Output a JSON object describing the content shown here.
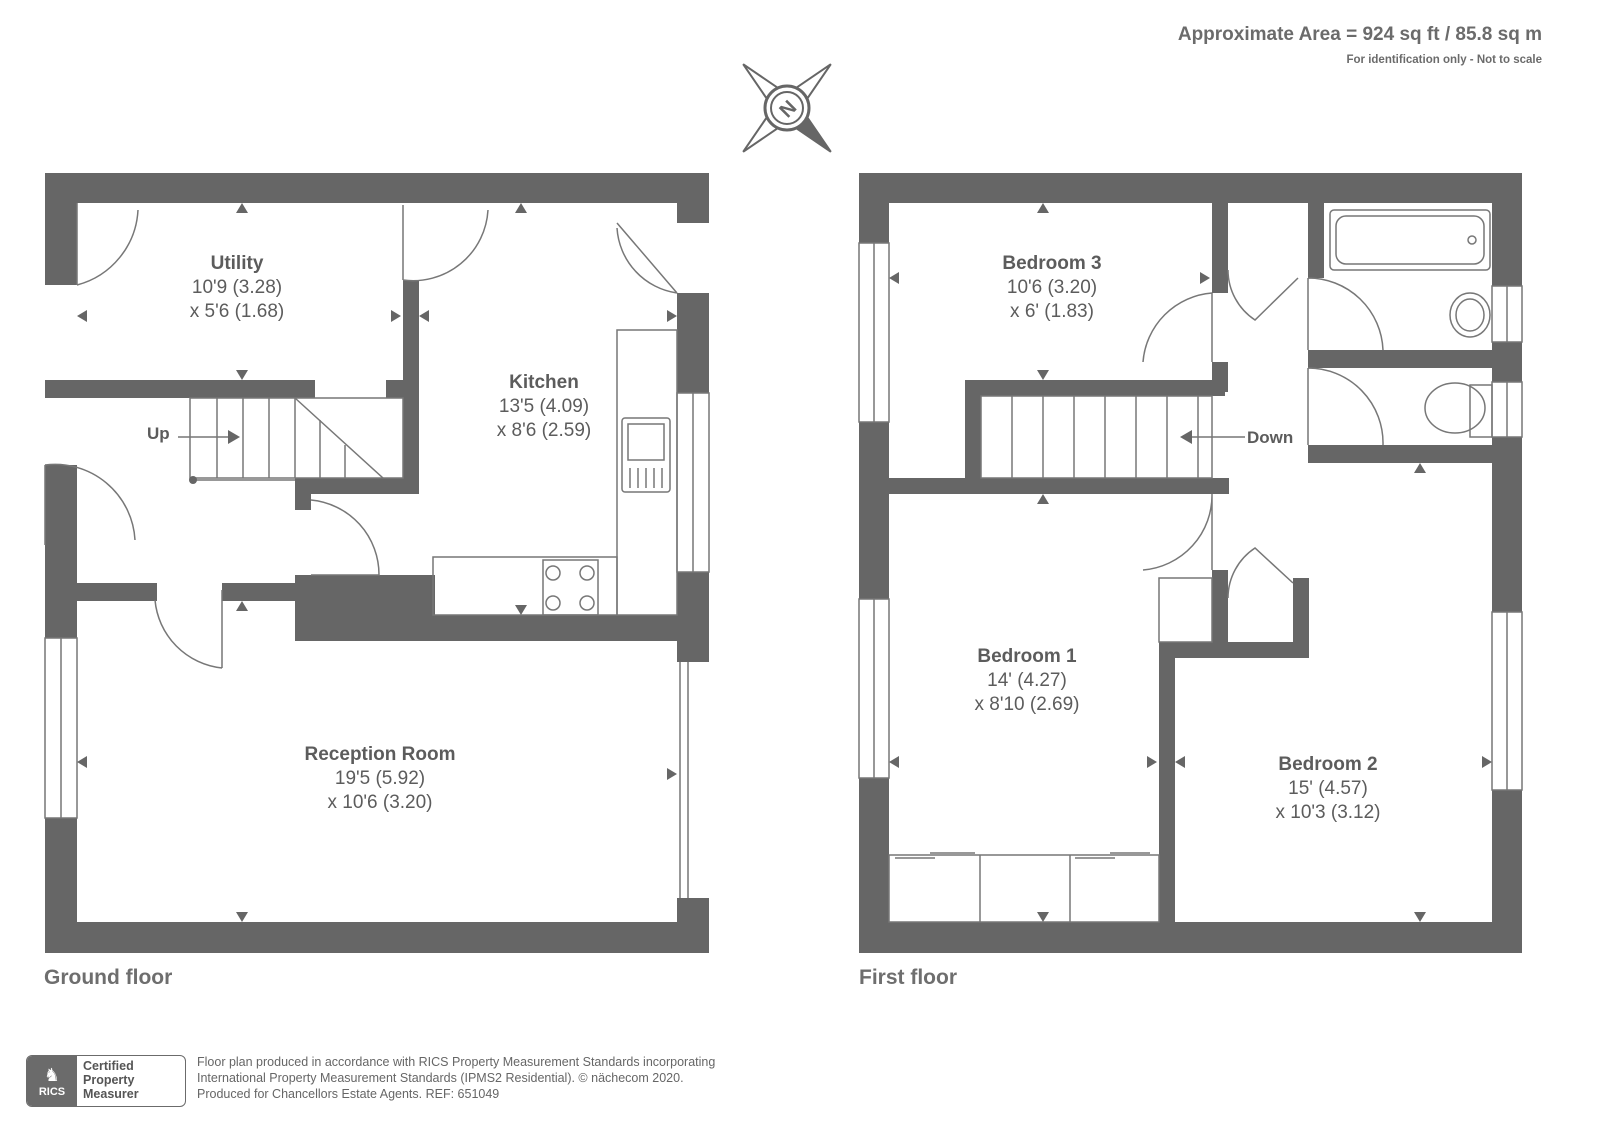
{
  "header": {
    "area": "Approximate Area = 924 sq ft / 85.8 sq m",
    "note": "For identification only - Not to scale"
  },
  "compass": {
    "label": "N",
    "icon": "north-compass-icon"
  },
  "ground_floor": {
    "title": "Ground floor",
    "stairs_label": "Up",
    "rooms": [
      {
        "name": "Utility",
        "dim1": "10'9 (3.28)",
        "dim2": "x 5'6 (1.68)"
      },
      {
        "name": "Kitchen",
        "dim1": "13'5 (4.09)",
        "dim2": "x 8'6 (2.59)"
      },
      {
        "name": "Reception Room",
        "dim1": "19'5 (5.92)",
        "dim2": "x 10'6 (3.20)"
      }
    ]
  },
  "first_floor": {
    "title": "First floor",
    "stairs_label": "Down",
    "rooms": [
      {
        "name": "Bedroom 3",
        "dim1": "10'6 (3.20)",
        "dim2": "x 6' (1.83)"
      },
      {
        "name": "Bedroom 1",
        "dim1": "14' (4.27)",
        "dim2": "x 8'10 (2.69)"
      },
      {
        "name": "Bedroom 2",
        "dim1": "15' (4.57)",
        "dim2": "x 10'3 (3.12)"
      }
    ]
  },
  "footer": {
    "badge_logo": "RICS",
    "badge_line1": "Certified",
    "badge_line2": "Property",
    "badge_line3": "Measurer",
    "line1": "Floor plan produced in accordance with RICS Property Measurement Standards incorporating",
    "line2": "International Property Measurement Standards (IPMS2 Residential).   © nächecom 2020.",
    "line3": "Produced for Chancellors Estate Agents.   REF: 651049"
  },
  "colors": {
    "wall": "#666666",
    "text": "#5c5c5c",
    "line": "#777777"
  }
}
